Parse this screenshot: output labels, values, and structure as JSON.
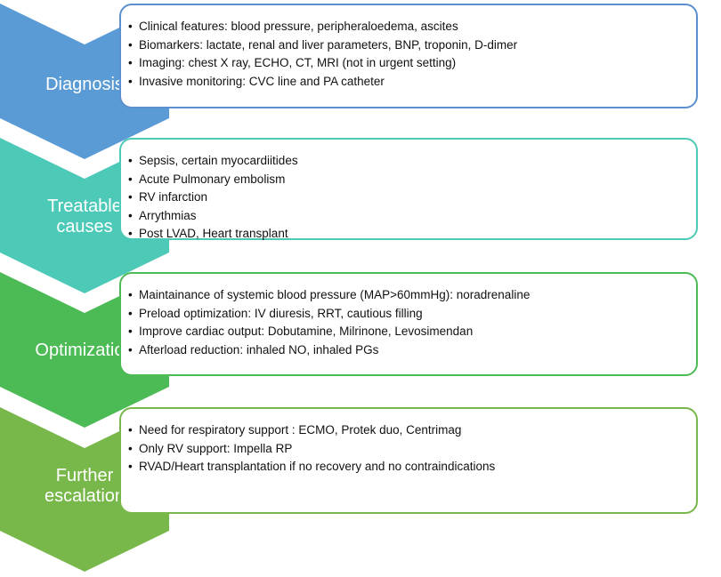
{
  "stages": [
    {
      "label": "Diagnosis",
      "color": "#5b9bd5",
      "border": "#5b8fcf",
      "items": [
        "Clinical features: blood pressure, peripheraloedema, ascites",
        "Biomarkers: lactate, renal and liver parameters, BNP, troponin, D-dimer",
        "Imaging: chest X ray, ECHO, CT, MRI (not in urgent setting)",
        "Invasive monitoring: CVC line and PA catheter"
      ]
    },
    {
      "label": "Treatable\ncauses",
      "color": "#4dc9b7",
      "border": "#4dc9b7",
      "items": [
        "Sepsis, certain myocardiitides",
        "Acute Pulmonary embolism",
        "RV infarction",
        "Arrythmias",
        "Post LVAD, Heart transplant"
      ]
    },
    {
      "label": "Optimization",
      "color": "#4cbb55",
      "border": "#4cbb55",
      "items": [
        "Maintainance of systemic blood pressure (MAP>60mmHg): noradrenaline",
        "Preload optimization: IV diuresis, RRT, cautious filling",
        "Improve cardiac output: Dobutamine, Milrinone, Levosimendan",
        "Afterload reduction: inhaled NO, inhaled PGs"
      ]
    },
    {
      "label": "Further\nescalation",
      "color": "#78b84a",
      "border": "#78b84a",
      "items": [
        "Need for respiratory support : ECMO, Protek duo, Centrimag",
        "Only RV support: Impella RP",
        "RVAD/Heart transplantation if no recovery and no contraindications"
      ]
    }
  ]
}
